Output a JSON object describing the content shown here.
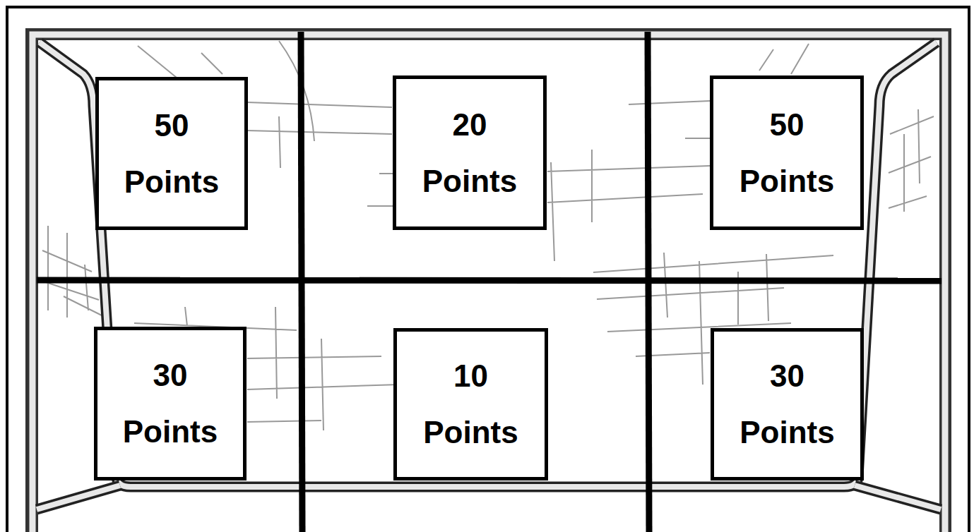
{
  "diagram": {
    "nodes": [
      {
        "text": [
          "50 Points"
        ]
      },
      {
        "text": [
          "20 Points"
        ]
      },
      {
        "text": [
          "50 Points"
        ]
      },
      {
        "text": [
          "30 Points"
        ]
      },
      {
        "text": [
          "10 Points"
        ]
      },
      {
        "text": [
          "30 Points"
        ]
      }
    ]
  }
}
